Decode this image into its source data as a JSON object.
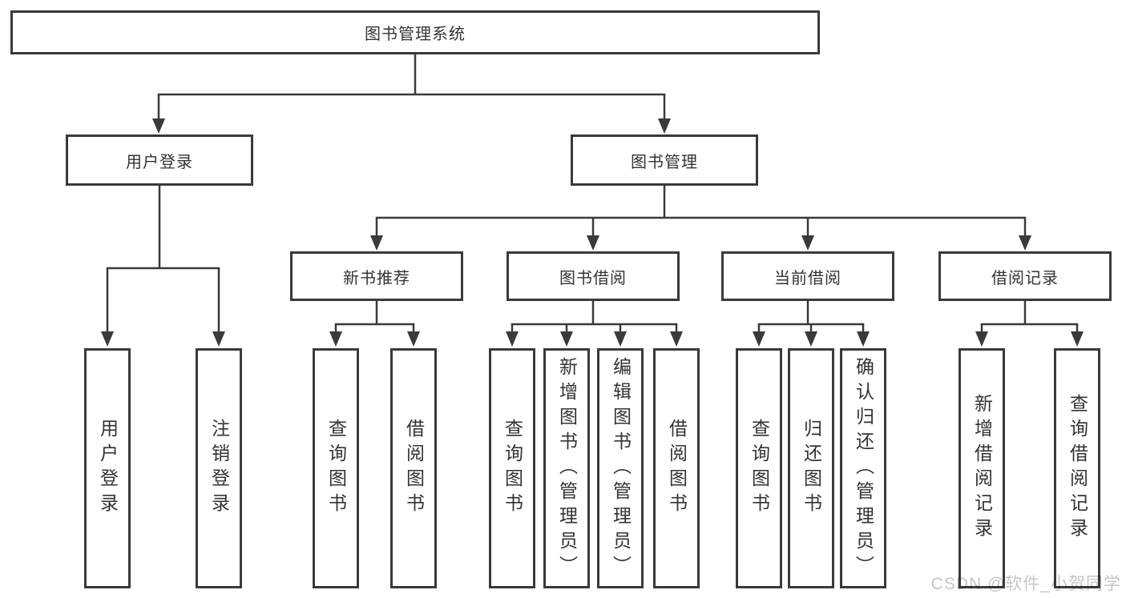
{
  "root": {
    "label": "图书管理系统"
  },
  "level2": [
    {
      "id": "user-login",
      "label": "用户登录"
    },
    {
      "id": "book-management",
      "label": "图书管理"
    }
  ],
  "level3": [
    {
      "id": "new-book-recommend",
      "label": "新书推荐",
      "parent": "图书管理"
    },
    {
      "id": "book-borrowing",
      "label": "图书借阅",
      "parent": "图书管理"
    },
    {
      "id": "current-borrowing",
      "label": "当前借阅",
      "parent": "图书管理"
    },
    {
      "id": "borrowing-records",
      "label": "借阅记录",
      "parent": "图书管理"
    }
  ],
  "leaves": [
    {
      "id": "user-login-leaf",
      "label": "用户登录",
      "parent": "用户登录"
    },
    {
      "id": "logout-leaf",
      "label": "注销登录",
      "parent": "用户登录"
    },
    {
      "id": "query-books-recommend",
      "label": "查询图书",
      "parent": "新书推荐"
    },
    {
      "id": "borrow-books-recommend",
      "label": "借阅图书",
      "parent": "新书推荐"
    },
    {
      "id": "query-books-borrowing",
      "label": "查询图书",
      "parent": "图书借阅"
    },
    {
      "id": "add-books-admin",
      "label": "新增图书（管理员）",
      "parent": "图书借阅"
    },
    {
      "id": "edit-books-admin",
      "label": "编辑图书（管理员）",
      "parent": "图书借阅"
    },
    {
      "id": "borrow-books-borrowing",
      "label": "借阅图书",
      "parent": "图书借阅"
    },
    {
      "id": "query-books-current",
      "label": "查询图书",
      "parent": "当前借阅"
    },
    {
      "id": "return-books",
      "label": "归还图书",
      "parent": "当前借阅"
    },
    {
      "id": "confirm-return-admin",
      "label": "确认归还（管理员）",
      "parent": "当前借阅"
    },
    {
      "id": "add-borrow-record",
      "label": "新增借阅记录",
      "parent": "借阅记录"
    },
    {
      "id": "query-borrow-record",
      "label": "查询借阅记录",
      "parent": "借阅记录"
    }
  ],
  "watermark": {
    "text": "CSDN @软件_小贺同学"
  },
  "colors": {
    "line": "#3a3a3a",
    "text": "#333333",
    "watermark": "#c6c6c6",
    "background": "#ffffff"
  }
}
